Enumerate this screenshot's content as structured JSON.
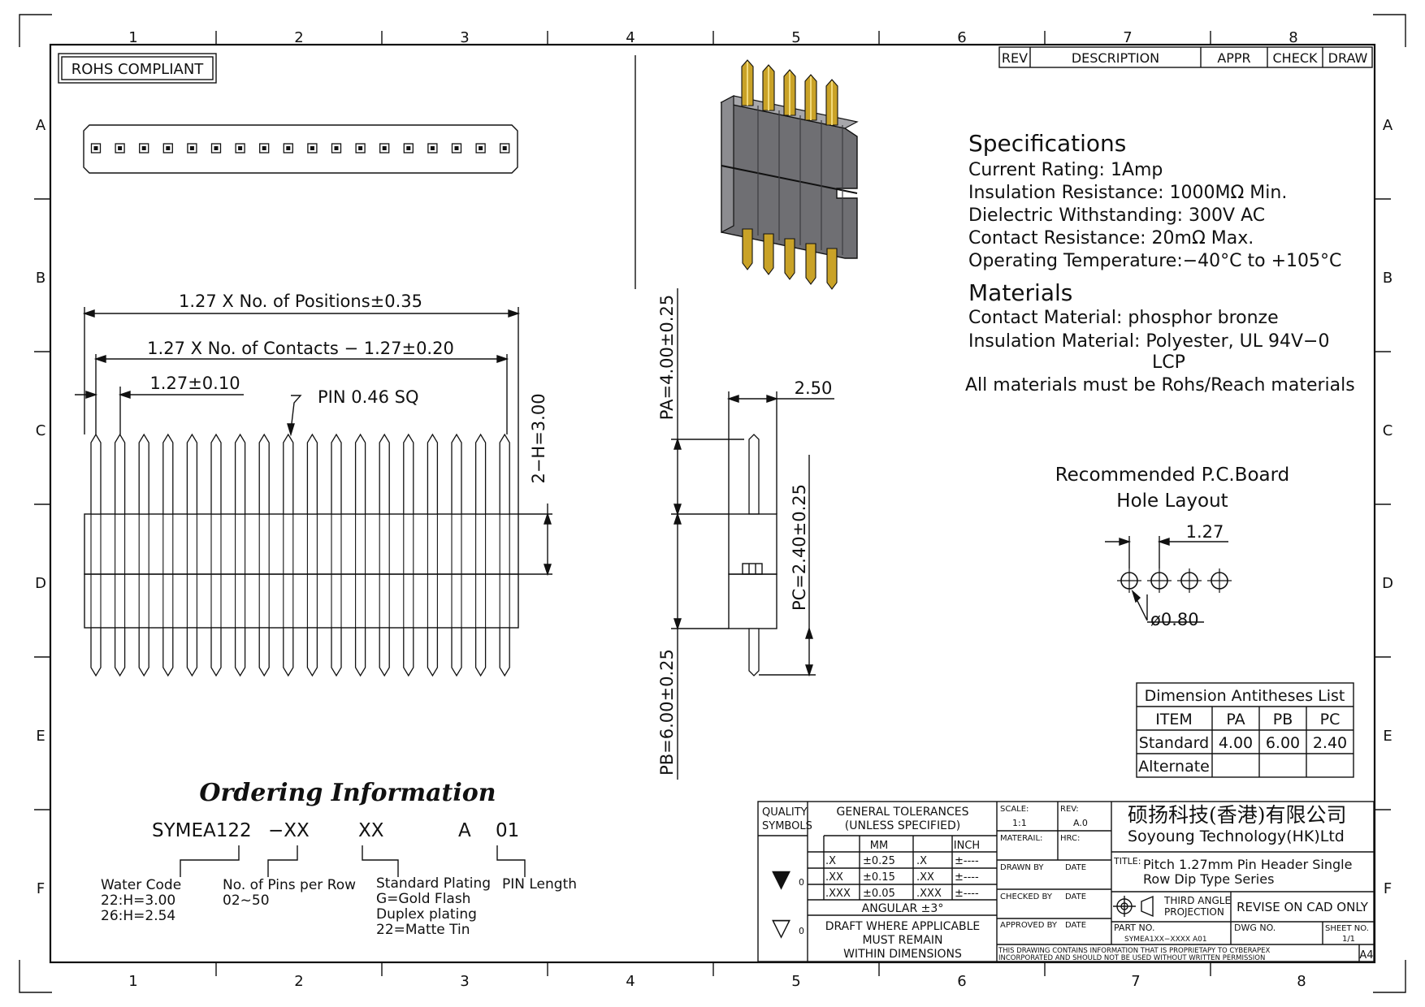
{
  "frame": {
    "col_numbers": [
      "1",
      "2",
      "3",
      "4",
      "5",
      "6",
      "7",
      "8"
    ],
    "row_letters": [
      "A",
      "B",
      "C",
      "D",
      "E",
      "F"
    ]
  },
  "rohs_label": "ROHS COMPLIANT",
  "revision_table": {
    "rev": "REV",
    "description": "DESCRIPTION",
    "appr": "APPR",
    "check": "CHECK",
    "draw": "DRAW"
  },
  "specifications": {
    "heading": "Specifications",
    "lines": [
      "Current Rating:   1Amp",
      "Insulation Resistance:   1000MΩ Min.",
      "Dielectric Withstanding:   300V AC",
      "Contact Resistance:   20mΩ Max.",
      "Operating Temperature:−40°C to +105°C"
    ]
  },
  "materials": {
    "heading": "Materials",
    "lines": [
      "Contact Material: phosphor bronze",
      "Insulation Material: Polyester, UL 94V−0",
      "LCP",
      "All materials must be Rohs/Reach materials"
    ]
  },
  "dimensions": {
    "positions": "1.27 X No. of Positions±0.35",
    "contacts": "1.27 X No. of Contacts − 1.27±0.20",
    "pitch": "1.27±0.10",
    "pin_size": "PIN 0.46 SQ",
    "height": "2−H=3.00",
    "pa": "PA=4.00±0.25",
    "pb": "PB=6.00±0.25",
    "pc": "PC=2.40±0.25",
    "width": "2.50"
  },
  "pcb_layout": {
    "title_line1": "Recommended P.C.Board",
    "title_line2": "Hole Layout",
    "pitch": "1.27",
    "hole": "ø0.80"
  },
  "antitheses": {
    "title": "Dimension Antitheses List",
    "headers": [
      "ITEM",
      "PA",
      "PB",
      "PC"
    ],
    "rows": [
      [
        "Standard",
        "4.00",
        "6.00",
        "2.40"
      ],
      [
        "Alternate",
        "",
        "",
        ""
      ]
    ]
  },
  "ordering": {
    "title": "Ordering Information",
    "code": [
      "SYMEA122",
      "−XX",
      "XX",
      "A",
      "01"
    ],
    "water_code": [
      "Water Code",
      "22:H=3.00",
      "26:H=2.54"
    ],
    "pins_per_row": [
      "No. of Pins per Row",
      "02~50"
    ],
    "plating": [
      "Standard Plating",
      "G=Gold Flash",
      "Duplex plating",
      "22=Matte Tin"
    ],
    "pin_length": "PIN Length"
  },
  "title_block": {
    "quality": [
      "QUALITY",
      "SYMBOLS"
    ],
    "quality_symbol_1": "▼",
    "quality_symbol_2": "▽",
    "quality_mark": "0",
    "tolerance_title": [
      "GENERAL TOLERANCES",
      "(UNLESS SPECIFIED)"
    ],
    "mm": "MM",
    "inch": "INCH",
    "tol_rows": [
      [
        ".X",
        "±0.25",
        ".X",
        "±----"
      ],
      [
        ".XX",
        "±0.15",
        ".XX",
        "±----"
      ],
      [
        ".XXX",
        "±0.05",
        ".XXX",
        "±----"
      ]
    ],
    "angular": "ANGULAR ±3°",
    "draft_note": [
      "DRAFT WHERE APPLICABLE",
      "MUST REMAIN",
      "WITHIN DIMENSIONS"
    ],
    "scale_label": "SCALE:",
    "scale": "1:1",
    "rev_label": "REV:",
    "rev": "A.0",
    "material_label": "MATERAIL:",
    "hrc_label": "HRC:",
    "drawn_by": "DRAWN BY",
    "checked_by": "CHECKED BY",
    "approved_by": "APPROVED BY",
    "date": "DATE",
    "company_cn": "硕扬科技(香港)有限公司",
    "company_en": "Soyoung Technology(HK)Ltd",
    "title_label": "TITLE:",
    "title_line1": "Pitch 1.27mm Pin Header Single",
    "title_line2": "Row Dip Type Series",
    "projection": [
      "THIRD ANGLE",
      "PROJECTION"
    ],
    "cad_note": "REVISE ON CAD ONLY",
    "part_no_label": "PART NO.",
    "part_no": "SYMEA1XX−XXXX A01",
    "dwg_no_label": "DWG NO.",
    "sheet_no_label": "SHEET NO.",
    "sheet": "1/1",
    "proprietary": [
      "THIS DRAWING CONTAINS INFORMATION THAT IS PROPRIETAPY TO CYBERAPEX",
      "INCORPORATED AND SHOULD NOT BE USED WITHOUT WRITTEN PERMISSION"
    ],
    "paper": "A4"
  }
}
